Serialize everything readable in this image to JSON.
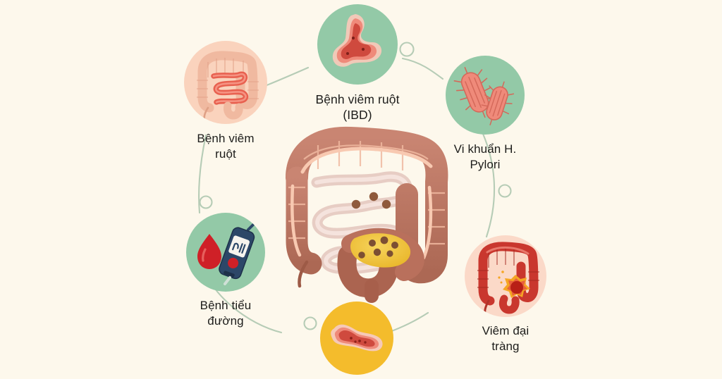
{
  "page": {
    "title": "Cac benh ly duong ruot",
    "background_color": "#fdf8ec",
    "text_color": "#1d1d1b"
  },
  "theme": {
    "green_bubble": "#93c9a7",
    "peach_bubble": "#fad3bd",
    "pink_bubble": "#fbd9c8",
    "yellow_bubble": "#f4bc2c",
    "connector_line": "#b6ccb6",
    "lesion_red": "#cf4a3e",
    "lesion_pink": "#ef8a7a",
    "colon_brown": "#b9705c",
    "colon_light": "#f3bfa6",
    "intestine_pale": "#ecd3cb",
    "stomach_yellow": "#f2c63f",
    "blood_red": "#cf2027",
    "meter_blue": "#2c4768"
  },
  "center": {
    "name": "digestive-system-illustration",
    "alt": "Large intestine with small intestine, appendix and stomach"
  },
  "nodes": [
    {
      "id": "ibd",
      "label": "Bệnh viêm ruột\n(IBD)",
      "icon": "ulcer-lesion-icon",
      "bubble_color": "#93c9a7",
      "position": "top-center"
    },
    {
      "id": "bowel",
      "label": "Bệnh viêm\nruột",
      "icon": "inflamed-bowel-icon",
      "bubble_color": "#fad3bd",
      "position": "top-left"
    },
    {
      "id": "hpylori",
      "label": "Vi khuẩn H.\nPylori",
      "icon": "bacteria-icon",
      "bubble_color": "#93c9a7",
      "position": "right-top"
    },
    {
      "id": "colitis",
      "label": "Viêm đại\ntràng",
      "icon": "inflamed-colon-icon",
      "bubble_color": "#fbd9c8",
      "position": "right-bottom"
    },
    {
      "id": "ulcer",
      "label": "",
      "icon": "stomach-ulcer-icon",
      "bubble_color": "#f4bc2c",
      "position": "bottom-center"
    },
    {
      "id": "diabetes",
      "label": "Bệnh tiểu\nđường",
      "icon": "glucose-meter-icon",
      "bubble_color": "#93c9a7",
      "position": "left-bottom"
    }
  ],
  "connectors": {
    "name": "connector-ring",
    "node_count": 6,
    "style": "thin curved line with hollow circle joints"
  }
}
